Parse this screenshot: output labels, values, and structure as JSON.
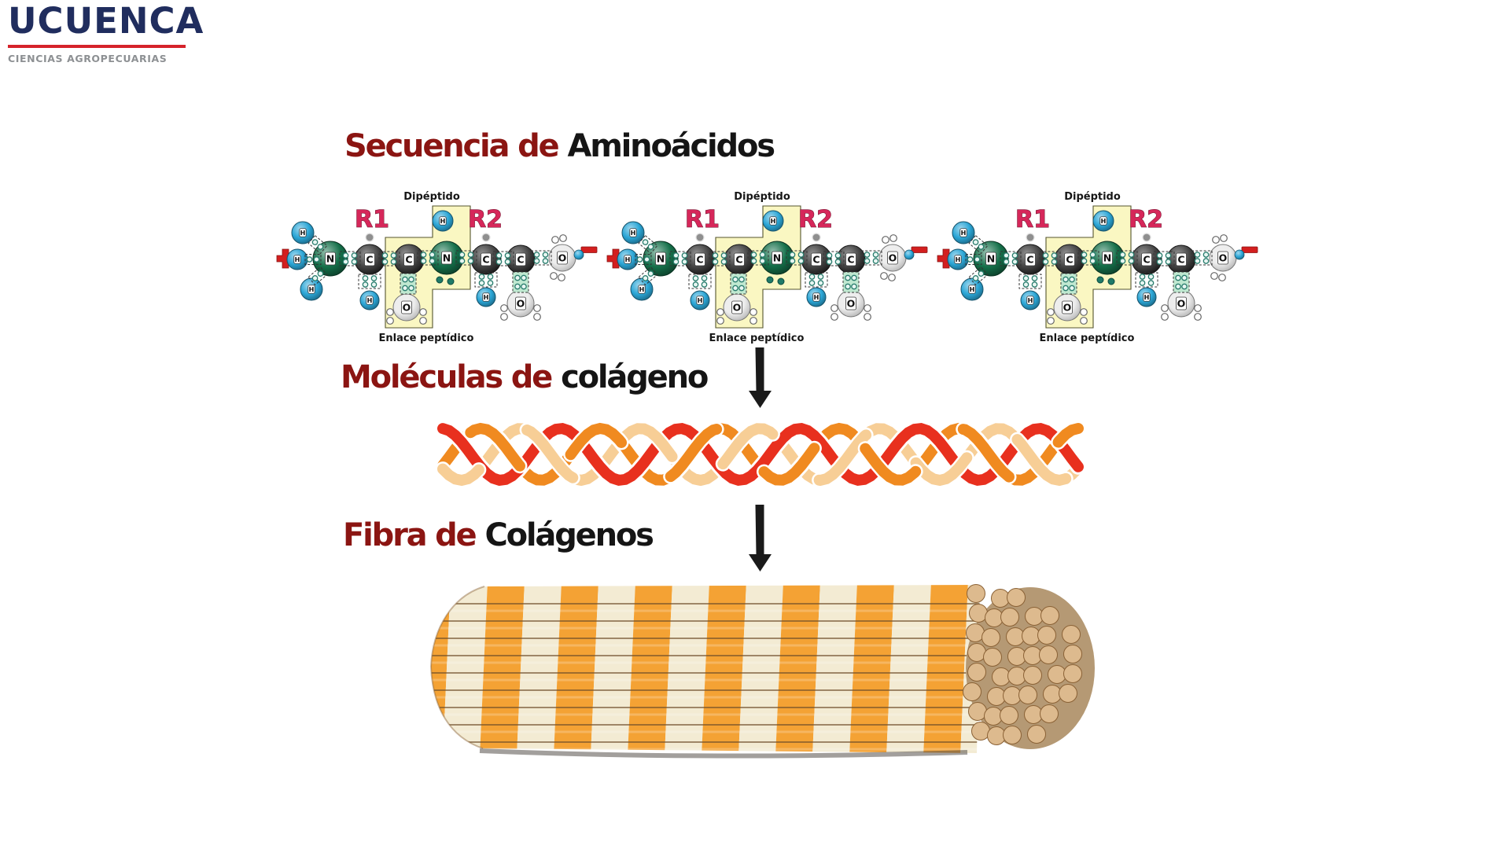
{
  "slide": {
    "background": "#FFFFFF"
  },
  "logo": {
    "title": "UCUENCA",
    "subtitle": "CIENCIAS AGROPECUARIAS",
    "title_color": "#202D5E",
    "underline_color": "#D5232B",
    "subtitle_color": "#8D9093"
  },
  "headings": {
    "lead_color": "#8B1512",
    "tail_color": "#151515",
    "sequence": {
      "lead": "Secuencia de",
      "tail": "Aminoácidos"
    },
    "molecules": {
      "lead": "Moléculas de",
      "tail": "colágeno"
    },
    "fiber": {
      "lead": "Fibra de",
      "tail": "Colágenos"
    }
  },
  "diagram": {
    "count": 3,
    "top_label": "Dipéptido",
    "bottom_label": "Enlace peptídico",
    "r1": "R1",
    "r2": "R2",
    "plus": "+",
    "minus": "−",
    "main_chain": [
      "N",
      "C",
      "C",
      "N",
      "C",
      "C",
      "O"
    ],
    "carbonyl_oxygen": "O",
    "hydrogen": "H",
    "colors": {
      "nitrogen": "#15704A",
      "carbon": "#464646",
      "oxygen": "#EDEDED",
      "hydrogen": "#2BA6D6",
      "highlight_box": "#FAF7C2",
      "highlight_box_border": "#55552F",
      "r_label": "#D6275A",
      "charge_sign": "#D31F1F",
      "electron_ring": "#2A7D6E",
      "bond_box_fill": "#BFE8D0",
      "dashed_box": "#333333"
    }
  },
  "arrow_color": "#1A1A1A",
  "helix": {
    "strand_colors": [
      "#F7CE96",
      "#F08A20",
      "#E8301E"
    ]
  },
  "fiber_image": {
    "band_orange": "#F4A234",
    "band_cream": "#F3EBD3",
    "fibril_line": "#6F4E2A",
    "end_face": "#DDBA8E",
    "end_face_edge": "#8A6135",
    "shadow": "#55514A"
  }
}
